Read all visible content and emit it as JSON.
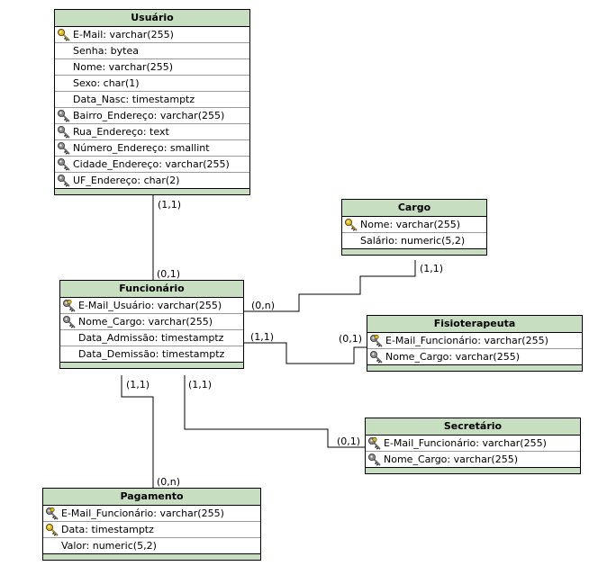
{
  "entities": {
    "usuario": {
      "title": "Usuário",
      "attributes": [
        {
          "text": "E-Mail: varchar(255)",
          "key": "primary"
        },
        {
          "text": "Senha: bytea",
          "key": "none"
        },
        {
          "text": "Nome: varchar(255)",
          "key": "none"
        },
        {
          "text": "Sexo: char(1)",
          "key": "none"
        },
        {
          "text": "Data_Nasc: timestamptz",
          "key": "none"
        },
        {
          "text": "Bairro_Endereço: varchar(255)",
          "key": "foreign"
        },
        {
          "text": "Rua_Endereço: text",
          "key": "foreign"
        },
        {
          "text": "Número_Endereço: smallint",
          "key": "foreign"
        },
        {
          "text": "Cidade_Endereço: varchar(255)",
          "key": "foreign"
        },
        {
          "text": "UF_Endereço: char(2)",
          "key": "foreign"
        }
      ]
    },
    "cargo": {
      "title": "Cargo",
      "attributes": [
        {
          "text": "Nome: varchar(255)",
          "key": "primary"
        },
        {
          "text": "Salário: numeric(5,2)",
          "key": "none"
        }
      ]
    },
    "funcionario": {
      "title": "Funcionário",
      "attributes": [
        {
          "text": "E-Mail_Usuário: varchar(255)",
          "key": "primary-foreign"
        },
        {
          "text": "Nome_Cargo: varchar(255)",
          "key": "foreign"
        },
        {
          "text": "Data_Admissão: timestamptz",
          "key": "none"
        },
        {
          "text": "Data_Demissão: timestamptz",
          "key": "none"
        }
      ]
    },
    "fisioterapeuta": {
      "title": "Fisioterapeuta",
      "attributes": [
        {
          "text": "E-Mail_Funcionário: varchar(255)",
          "key": "primary-foreign"
        },
        {
          "text": "Nome_Cargo: varchar(255)",
          "key": "foreign"
        }
      ]
    },
    "secretario": {
      "title": "Secretário",
      "attributes": [
        {
          "text": "E-Mail_Funcionário: varchar(255)",
          "key": "primary-foreign"
        },
        {
          "text": "Nome_Cargo: varchar(255)",
          "key": "foreign"
        }
      ]
    },
    "pagamento": {
      "title": "Pagamento",
      "attributes": [
        {
          "text": "E-Mail_Funcionário: varchar(255)",
          "key": "primary-foreign"
        },
        {
          "text": "Data: timestamptz",
          "key": "primary"
        },
        {
          "text": "Valor: numeric(5,2)",
          "key": "none"
        }
      ]
    }
  },
  "cardinalities": {
    "usuario_side": "(1,1)",
    "funcionario_from_usuario": "(0,1)",
    "cargo_side": "(1,1)",
    "funcionario_to_cargo": "(0,n)",
    "funcionario_to_fisio": "(1,1)",
    "fisio_side": "(0,1)",
    "funcionario_to_pagamento": "(1,1)",
    "funcionario_to_secretario": "(1,1)",
    "secretario_side": "(0,1)",
    "pagamento_side": "(0,n)"
  },
  "colors": {
    "header": "#c7dfc0",
    "primary_key": "#e8b800",
    "foreign_key": "#8a8a8a"
  }
}
